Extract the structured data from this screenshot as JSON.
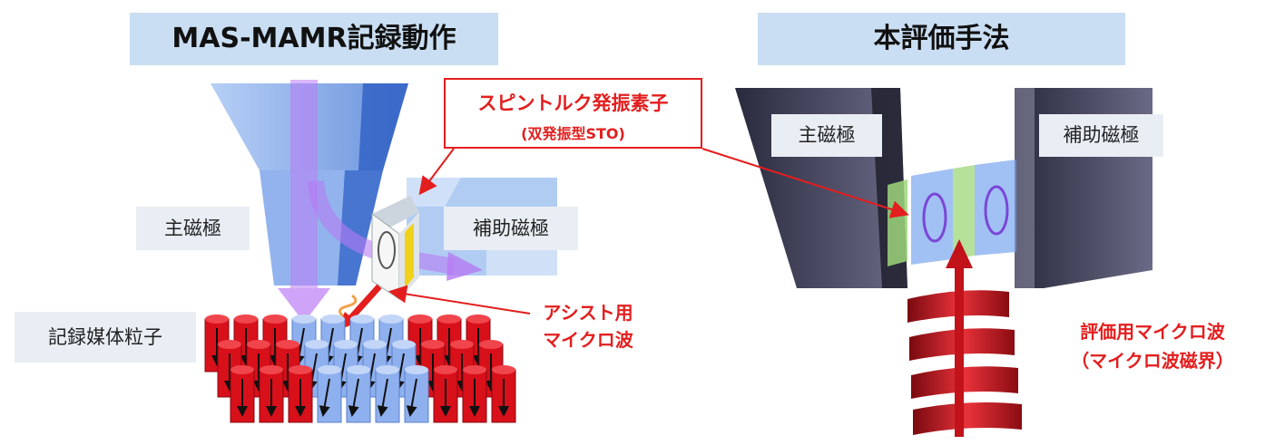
{
  "left_panel": {
    "header": "MAS-MAMR記録動作",
    "main_pole_label": "主磁極",
    "aux_pole_label": "補助磁極",
    "media_label": "記録媒体粒子",
    "sto_callout": {
      "title": "スピントルク発振素子",
      "subtitle": "(双発振型STO)"
    },
    "assist_label": [
      "アシスト用",
      "マイクロ波"
    ]
  },
  "right_panel": {
    "header": "本評価手法",
    "main_pole_label": "主磁極",
    "aux_pole_label": "補助磁極",
    "eval_label": [
      "評価用マイクロ波",
      "（マイクロ波磁界）"
    ]
  },
  "colors": {
    "header_bg": "#c9def2",
    "label_bg": "#e9eef4",
    "accent_red": "#e31e1e",
    "pole_blue": "#5b8fe0",
    "pole_dark": "#3a3a52",
    "grain_red": "#d8101a",
    "grain_blue": "#8fb0ee",
    "sto_green": "#9ed67c"
  }
}
